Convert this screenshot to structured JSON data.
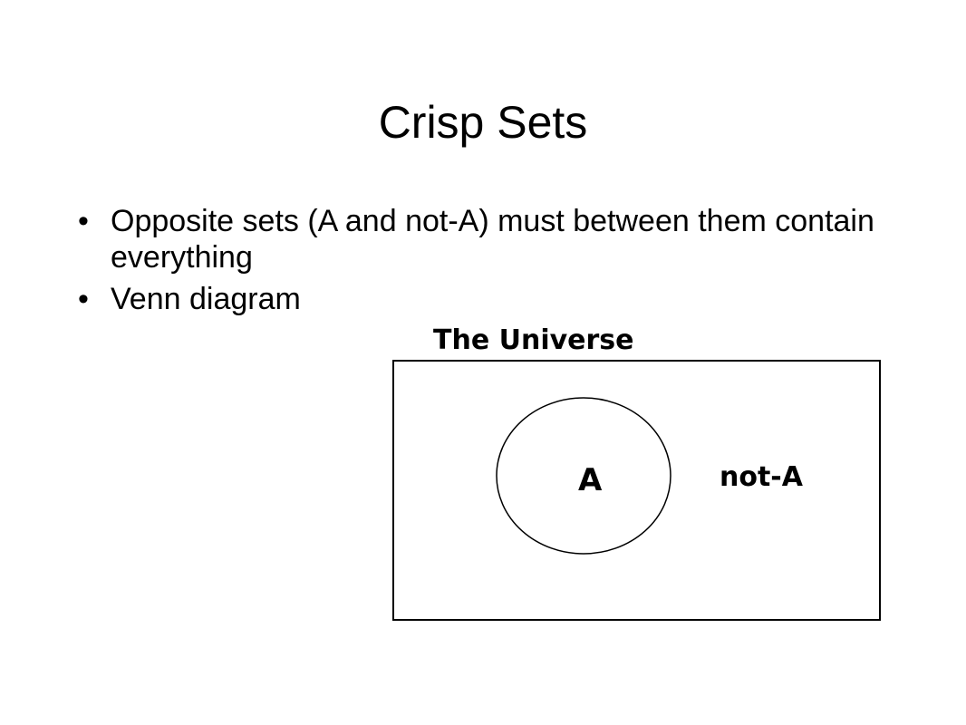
{
  "slide": {
    "title": "Crisp Sets",
    "bullet_symbol": "•",
    "bullets": [
      "Opposite sets (A and not-A) must between them contain everything",
      "Venn diagram"
    ]
  },
  "venn": {
    "universe_label": "The Universe",
    "set_label": "A",
    "complement_label": "not-A"
  }
}
